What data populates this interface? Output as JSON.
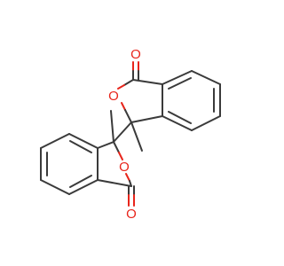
{
  "molecule": {
    "atoms": [
      {
        "id": "O1",
        "element": "O",
        "label": "O"
      },
      {
        "id": "O2",
        "element": "O",
        "label": "O"
      },
      {
        "id": "O3",
        "element": "O",
        "label": "O"
      },
      {
        "id": "O4",
        "element": "O",
        "label": "O"
      }
    ]
  },
  "colors": {
    "bond": "#3a3a3a",
    "oxygen": "#e8251b",
    "background": "#ffffff"
  }
}
